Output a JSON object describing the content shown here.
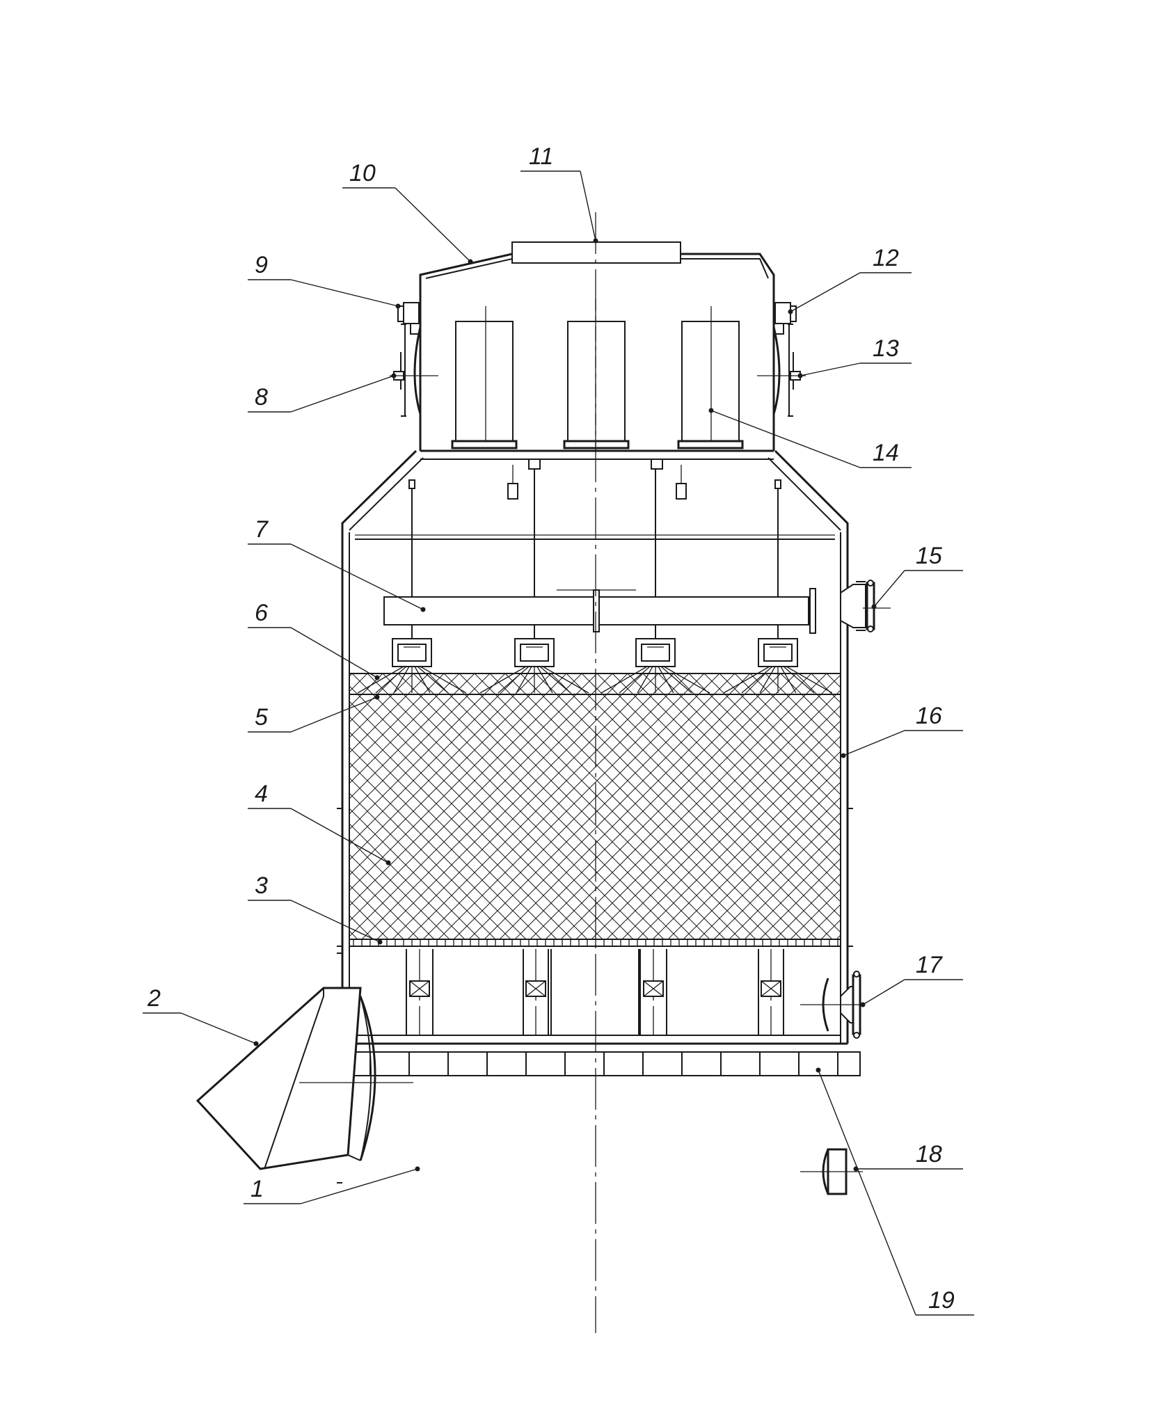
{
  "callouts": [
    {
      "id": "1",
      "label": "1"
    },
    {
      "id": "2",
      "label": "2"
    },
    {
      "id": "3",
      "label": "3"
    },
    {
      "id": "4",
      "label": "4"
    },
    {
      "id": "5",
      "label": "5"
    },
    {
      "id": "6",
      "label": "6"
    },
    {
      "id": "7",
      "label": "7"
    },
    {
      "id": "8",
      "label": "8"
    },
    {
      "id": "9",
      "label": "9"
    },
    {
      "id": "10",
      "label": "10"
    },
    {
      "id": "11",
      "label": "11"
    },
    {
      "id": "12",
      "label": "12"
    },
    {
      "id": "13",
      "label": "13"
    },
    {
      "id": "14",
      "label": "14"
    },
    {
      "id": "15",
      "label": "15"
    },
    {
      "id": "16",
      "label": "16"
    },
    {
      "id": "17",
      "label": "17"
    },
    {
      "id": "18",
      "label": "18"
    },
    {
      "id": "19",
      "label": "19"
    }
  ],
  "colors": {
    "line": "#1a1a1a",
    "background": "#ffffff"
  }
}
